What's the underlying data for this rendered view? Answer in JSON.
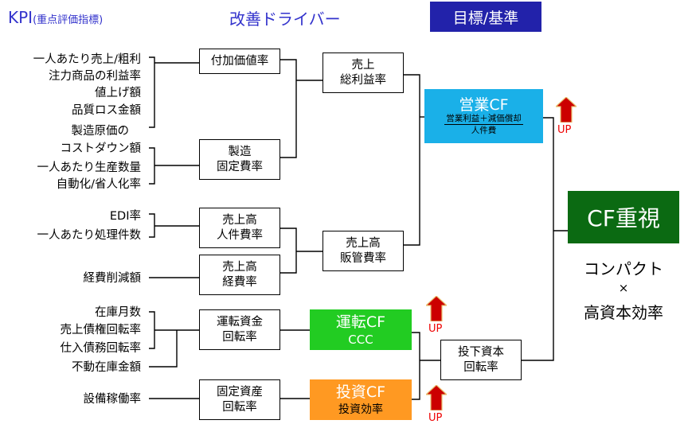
{
  "headers": {
    "kpi_main": "KPI",
    "kpi_sub": "(重点評価指標)",
    "drivers": "改善ドライバー",
    "target": "目標/基準"
  },
  "kpis": [
    "一人あたり売上/粗利",
    "注力商品の利益率",
    "値上げ額",
    "品質ロス金額",
    "製造原価の",
    "コストダウン額",
    "一人あたり生産数量",
    "自動化/省人化率",
    "EDI率",
    "一人あたり処理件数",
    "経費削減額",
    "在庫月数",
    "売上債権回転率",
    "仕入債務回転率",
    "不動在庫金額",
    "設備稼働率"
  ],
  "drivers": {
    "value_added": [
      "付加価値率"
    ],
    "mfg_fixed": [
      "製造",
      "固定費率"
    ],
    "labor_cost": [
      "売上高",
      "人件費率"
    ],
    "expense": [
      "売上高",
      "経費率"
    ],
    "working_capital": [
      "運転資金",
      "回転率"
    ],
    "fixed_asset": [
      "固定資産",
      "回転率"
    ]
  },
  "mid": {
    "gross_margin": [
      "売上",
      "総利益率"
    ],
    "sga": [
      "売上高",
      "販管費率"
    ],
    "invested_capital": [
      "投下資本",
      "回転率"
    ]
  },
  "cf": {
    "operating": {
      "title": "営業CF",
      "formula": "営業利益＋減価償却",
      "denominator": "人件費",
      "color": "#1ab0e8"
    },
    "working": {
      "title": "運転CF",
      "sub": "CCC",
      "color": "#22cc22"
    },
    "investing": {
      "title": "投資CF",
      "sub": "投資効率",
      "color": "#ff9922"
    }
  },
  "up_label": "UP",
  "goal": {
    "title": "CF重視",
    "line1": "コンパクト",
    "times": "×",
    "line2": "高資本効率",
    "color": "#0b6a12"
  },
  "colors": {
    "header_text": "#3333cc",
    "header_box": "#2222aa",
    "up": "#ee0000",
    "arrow": "#cc0000"
  }
}
